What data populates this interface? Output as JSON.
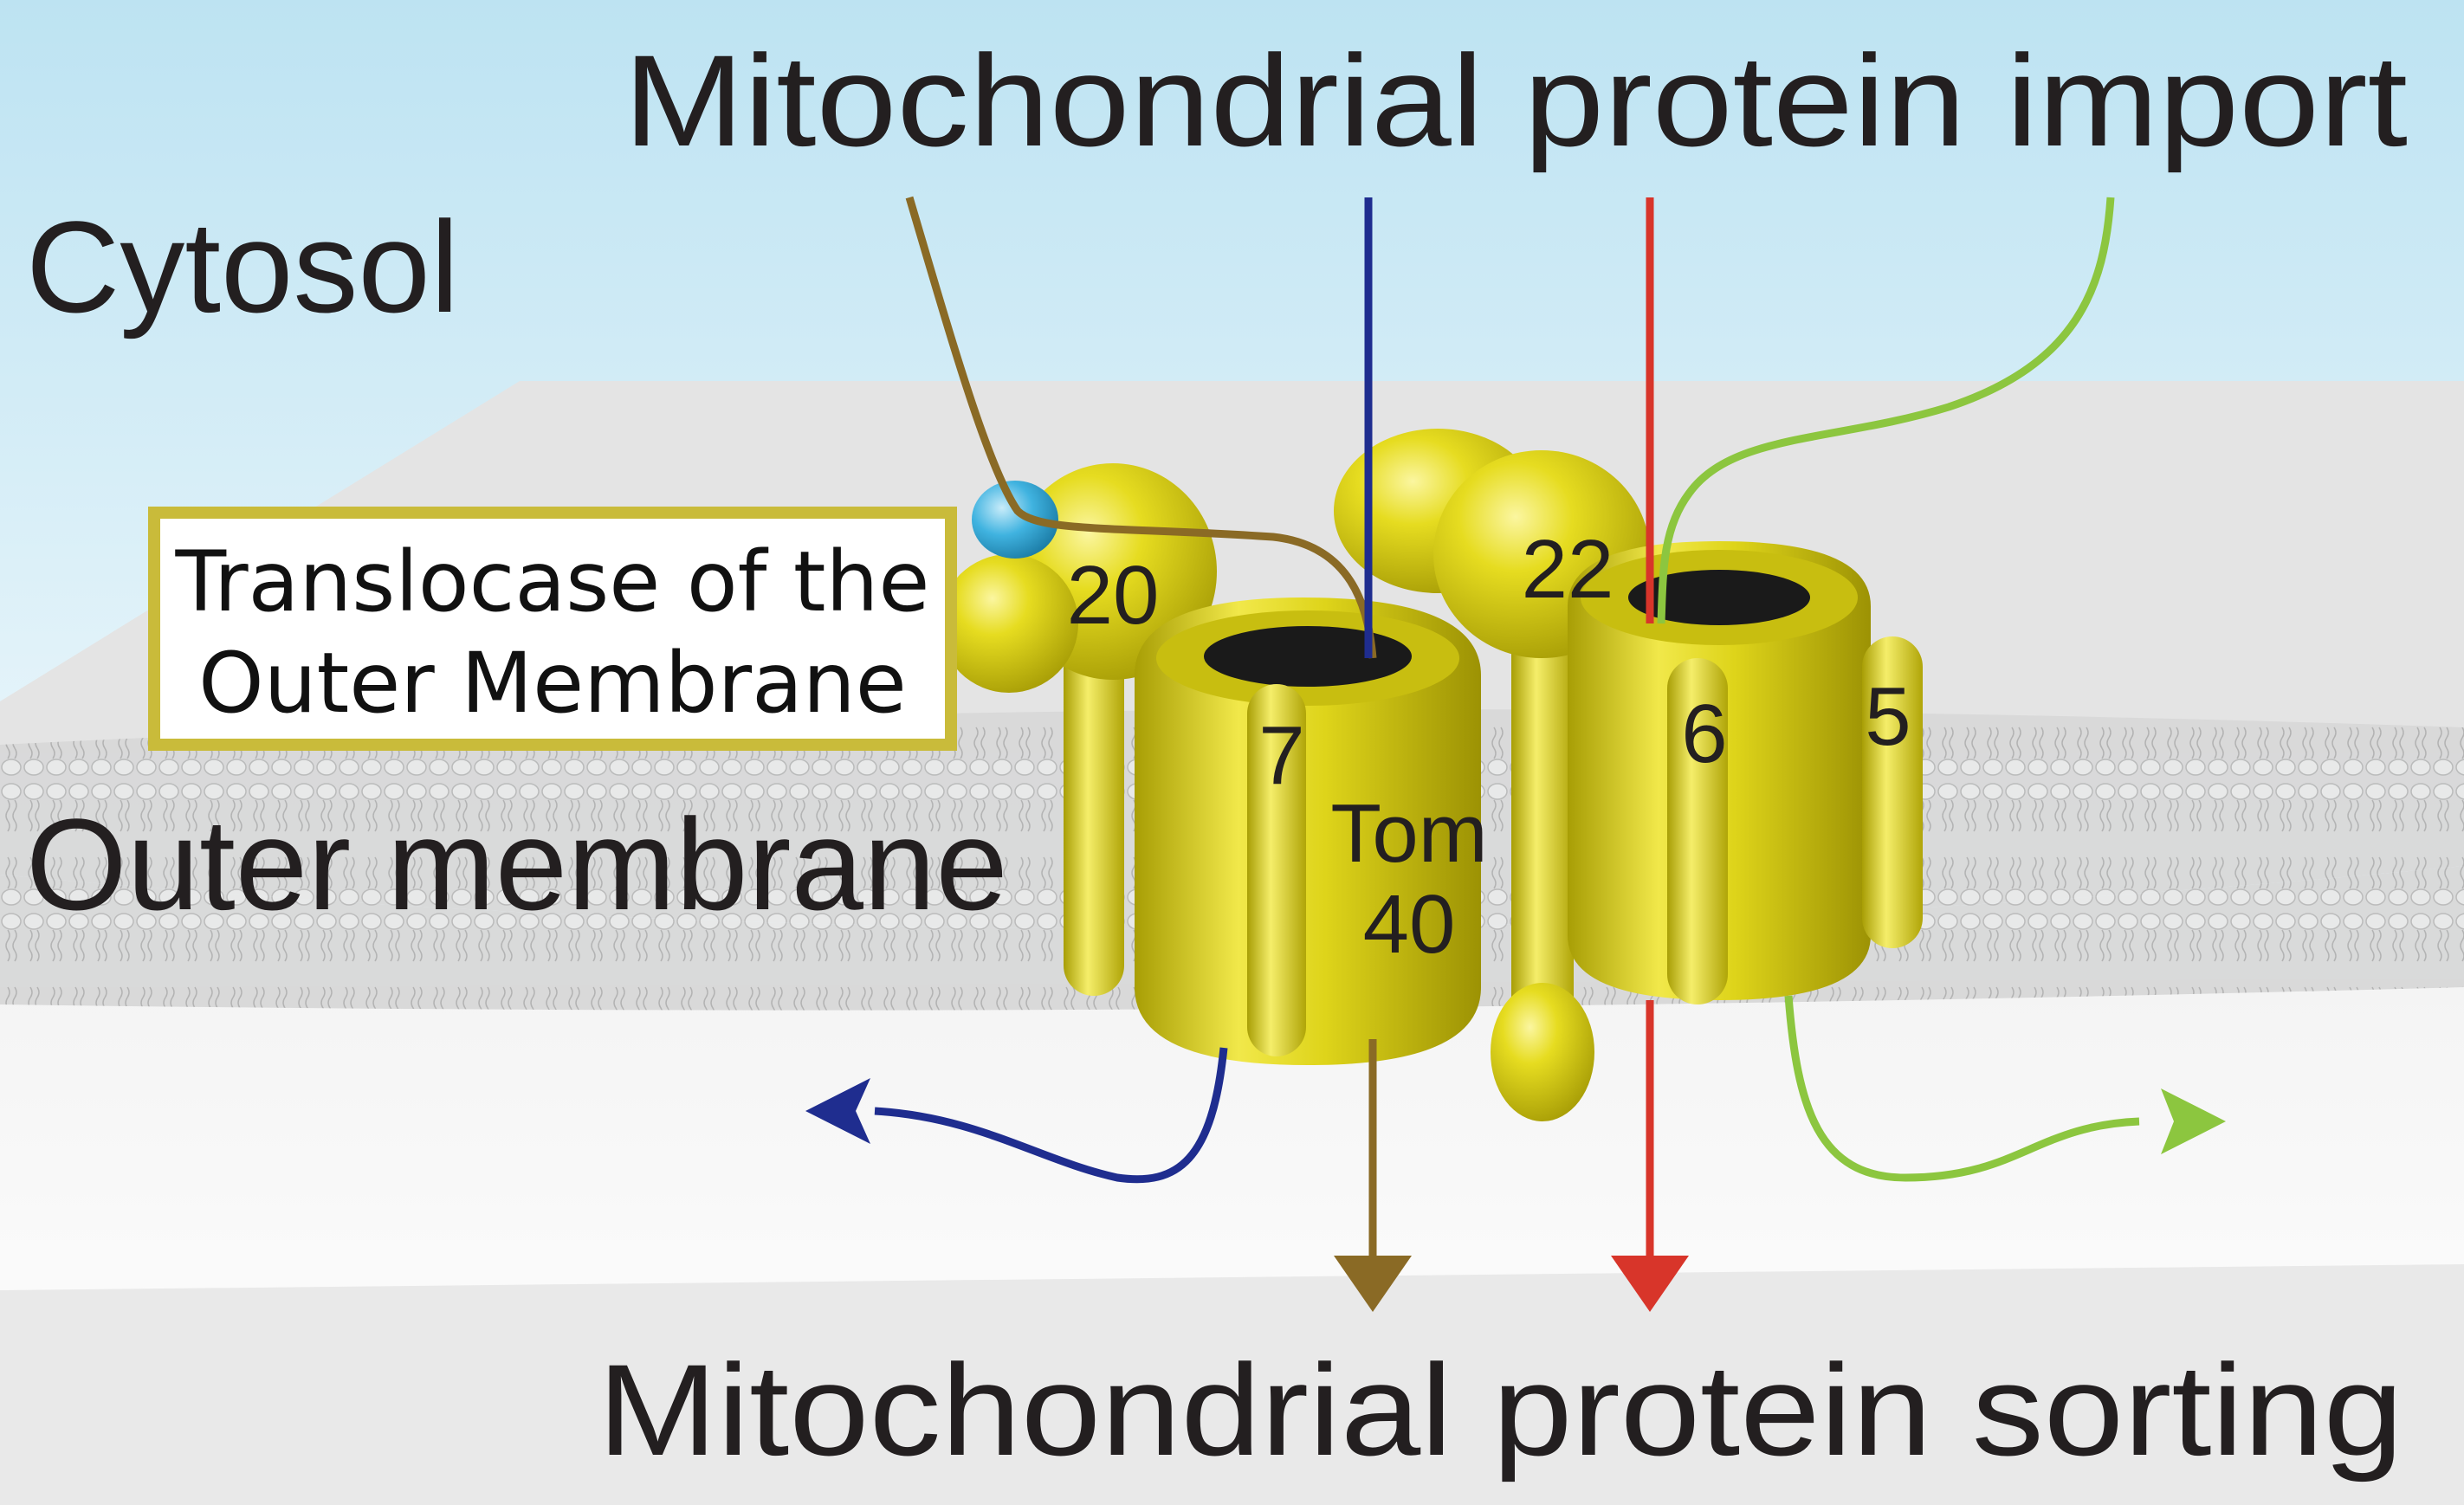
{
  "title_top": "Mitochondrial protein import",
  "title_bottom": "Mitochondrial protein sorting",
  "regions": {
    "cytosol": "Cytosol",
    "outer_membrane": "Outer membrane"
  },
  "complex_box": {
    "line1": "Translocase of the",
    "line2": "Outer Membrane"
  },
  "subunits": {
    "tom20": "20",
    "tom22": "22",
    "tom7": "7",
    "tom6": "6",
    "tom5": "5",
    "tom40_line1": "Tom",
    "tom40_line2": "40"
  },
  "colors": {
    "protein_yellow": "#d9cf12",
    "pathway_brown": "#8a6a25",
    "pathway_blue": "#1f2d8f",
    "pathway_red": "#d8352a",
    "pathway_green": "#8cc63f",
    "box_border": "#c9bb3a",
    "receptor_blue": "#29a3d6"
  }
}
